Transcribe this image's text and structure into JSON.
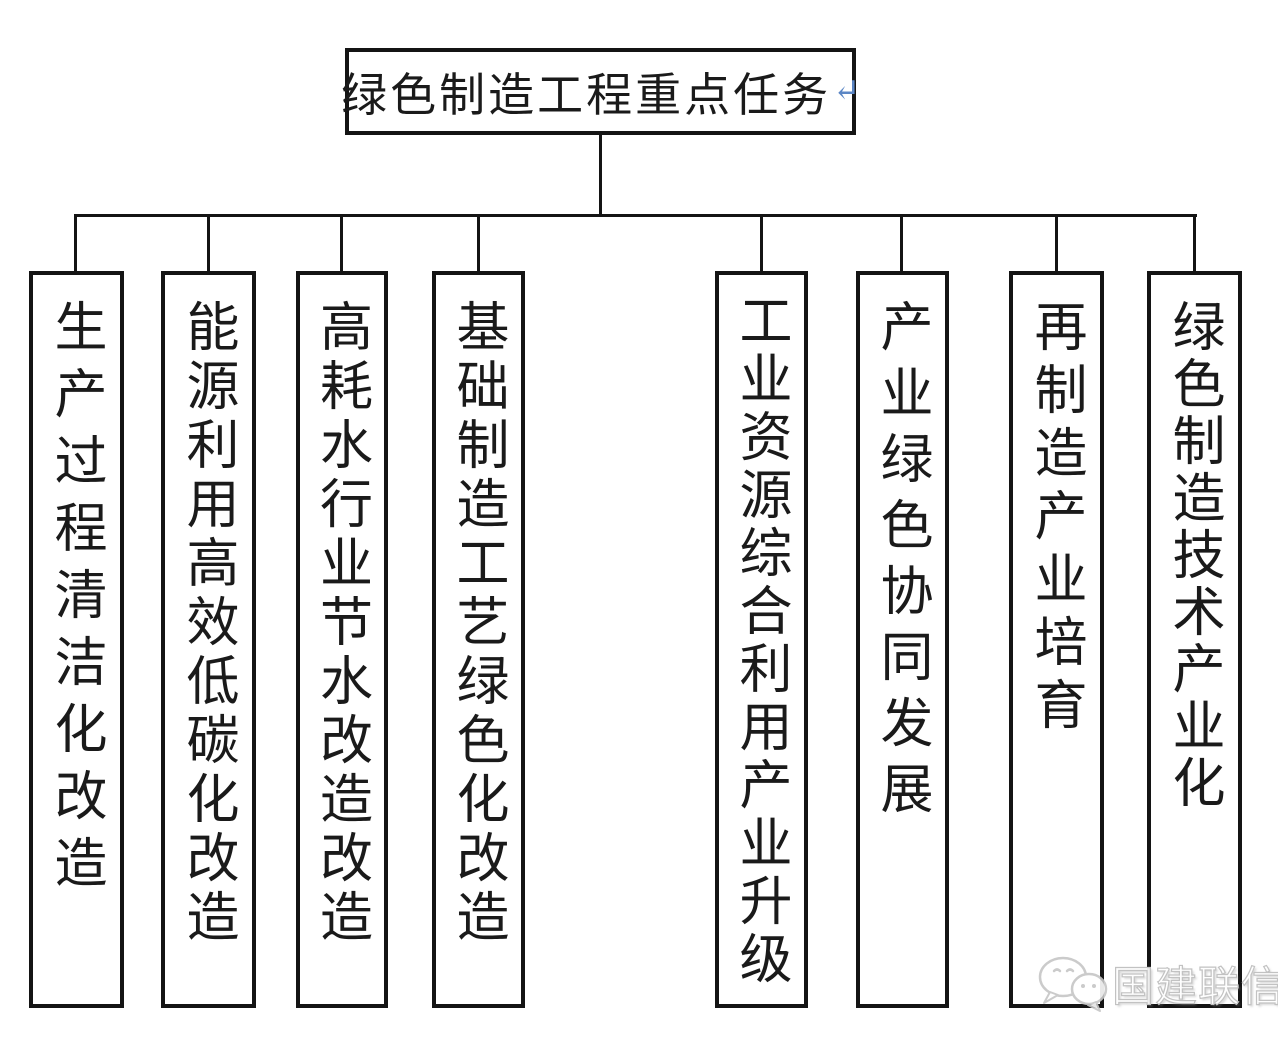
{
  "diagram": {
    "root": {
      "title": "绿色制造工程重点任务",
      "return_mark": "↵"
    },
    "tasks": [
      {
        "label": "生产过程清洁化改造"
      },
      {
        "label": "能源利用高效低碳化改造"
      },
      {
        "label": "高耗水行业节水改造改造"
      },
      {
        "label": "基础制造工艺绿色化改造"
      },
      {
        "label": "工业资源综合利用产业升级"
      },
      {
        "label": "产业绿色协同发展"
      },
      {
        "label": "再制造产业培育"
      },
      {
        "label": "绿色制造技术产业化"
      }
    ]
  },
  "watermark": {
    "text": "国建联信",
    "logo_icon": "wechat-bubbles-icon"
  },
  "colors": {
    "line": "#141414",
    "return_mark_blue": "#5b86c5",
    "watermark_gray": "#c2c2c2",
    "background": "#ffffff"
  }
}
